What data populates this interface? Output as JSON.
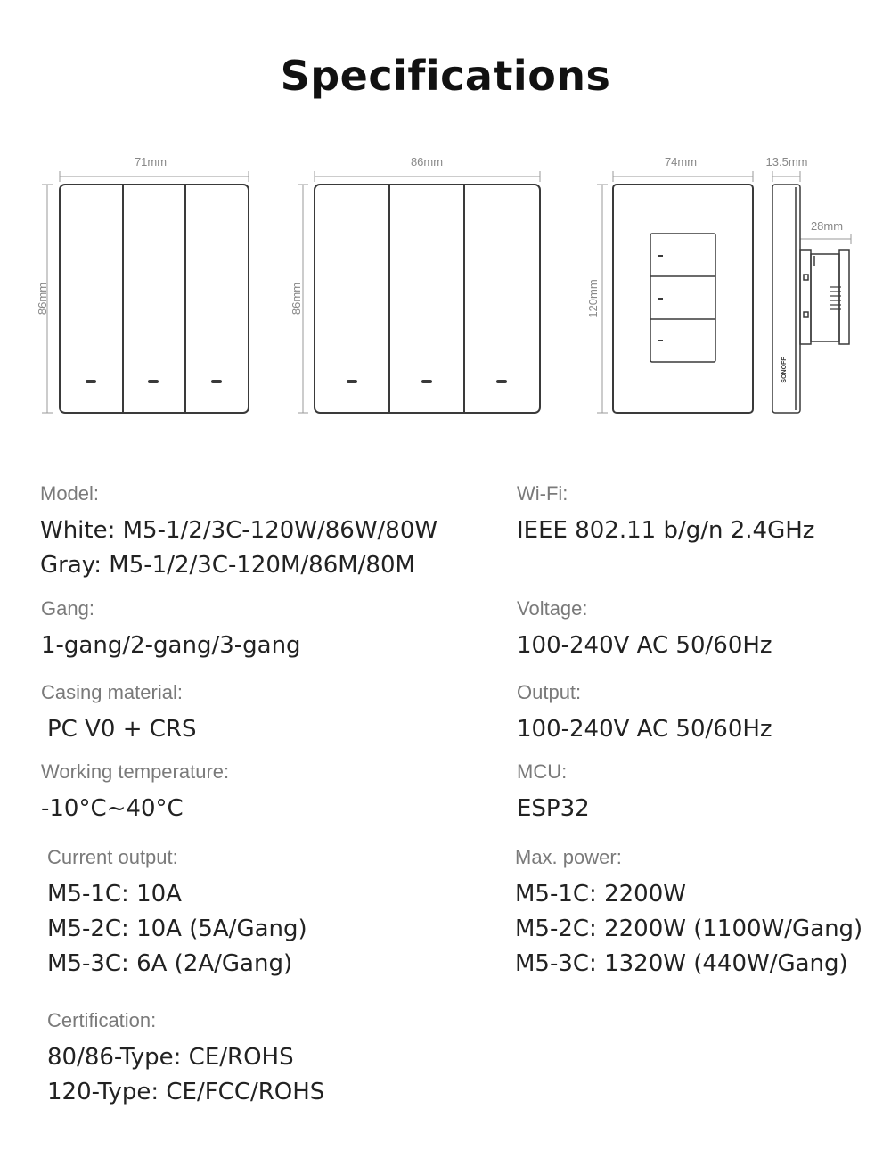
{
  "page": {
    "title": "Specifications"
  },
  "diagram": {
    "switch_1": {
      "width_label": "71mm",
      "height_label": "86mm"
    },
    "switch_2": {
      "width_label": "86mm",
      "height_label": "86mm"
    },
    "switch_3": {
      "width_label": "74mm",
      "height_label": "120mm"
    },
    "side_view": {
      "thickness_label": "13.5mm",
      "depth_label": "28mm",
      "brand": "SONOFF"
    }
  },
  "specs": {
    "model": {
      "label": "Model:",
      "lines": [
        "White: M5-1/2/3C-120W/86W/80W",
        "Gray: M5-1/2/3C-120M/86M/80M"
      ]
    },
    "wifi": {
      "label": "Wi-Fi:",
      "lines": [
        "IEEE 802.11 b/g/n 2.4GHz"
      ]
    },
    "gang": {
      "label": "Gang:",
      "lines": [
        "1-gang/2-gang/3-gang"
      ]
    },
    "voltage": {
      "label": "Voltage:",
      "lines": [
        "100-240V AC 50/60Hz"
      ]
    },
    "casing": {
      "label": "Casing material:",
      "lines": [
        "PC V0 + CRS"
      ]
    },
    "output": {
      "label": "Output:",
      "lines": [
        "100-240V AC 50/60Hz"
      ]
    },
    "temperature": {
      "label": "Working temperature:",
      "lines": [
        "-10°C~40°C"
      ]
    },
    "mcu": {
      "label": "MCU:",
      "lines": [
        "ESP32"
      ]
    },
    "current_output": {
      "label": "Current output:",
      "lines": [
        "M5-1C: 10A",
        "M5-2C: 10A (5A/Gang)",
        "M5-3C: 6A (2A/Gang)"
      ]
    },
    "max_power": {
      "label": "Max. power:",
      "lines": [
        "M5-1C: 2200W",
        "M5-2C: 2200W (1100W/Gang)",
        "M5-3C: 1320W (440W/Gang)"
      ]
    },
    "certification": {
      "label": "Certification:",
      "lines": [
        "80/86-Type: CE/ROHS",
        "120-Type: CE/FCC/ROHS"
      ]
    }
  }
}
